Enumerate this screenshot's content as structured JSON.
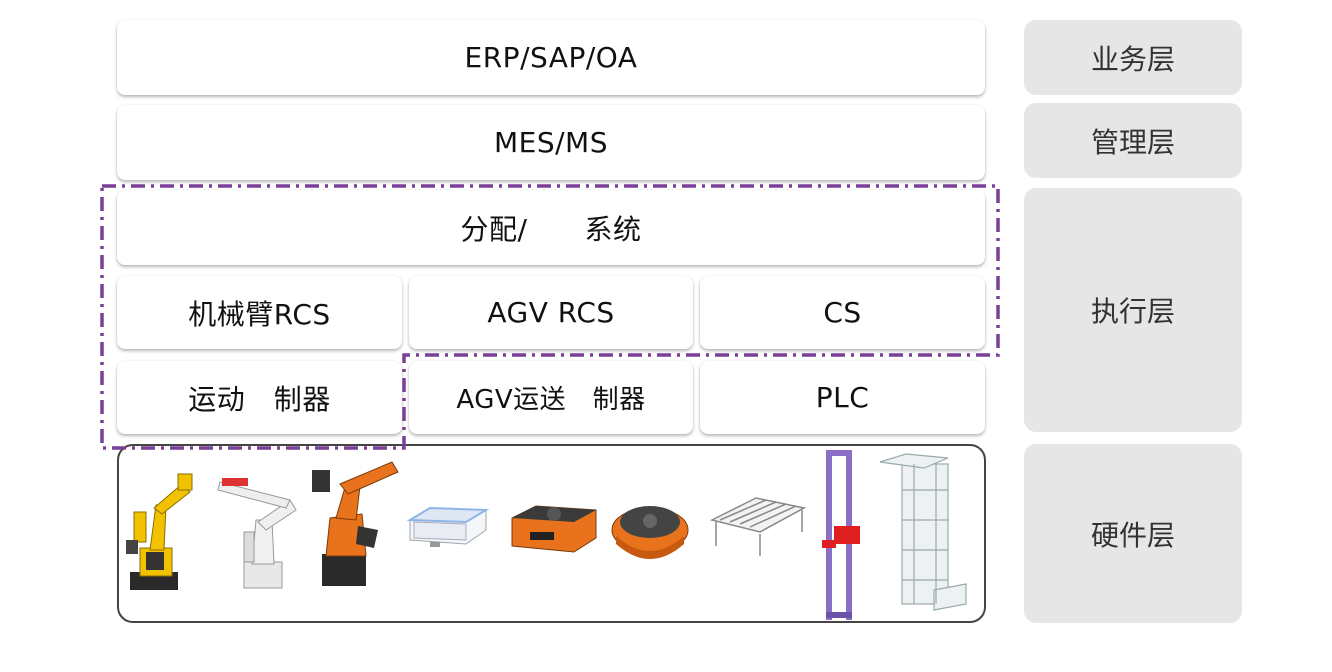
{
  "layers": {
    "business": "业务层",
    "management": "管理层",
    "execution": "执行层",
    "hardware": "硬件层"
  },
  "boxes": {
    "erp": "ERP/SAP/OA",
    "mes": "MES/MS",
    "dispatch": "分配/　　系统",
    "arm_rcs": "机械臂RCS",
    "agv_rcs": "AGV RCS",
    "cs": "CS",
    "motion_ctrl": "运动　制器",
    "agv_ctrl": "AGV运送　制器",
    "plc": "PLC"
  },
  "colors": {
    "dashed_outline": "#7a3f97",
    "layer_bg": "#e6e6e6",
    "robot_yellow": "#f2c200",
    "robot_orange": "#e8731c",
    "agv_blue": "#8fb5e8",
    "elevator_purple": "#8b6fc7",
    "lift_red": "#e02020"
  },
  "equipment": [
    {
      "icon": "yellow-robot-arm-icon"
    },
    {
      "icon": "white-robot-arm-icon"
    },
    {
      "icon": "orange-robot-arm-icon"
    },
    {
      "icon": "blue-agv-icon"
    },
    {
      "icon": "orange-agv-icon"
    },
    {
      "icon": "orange-round-agv-icon"
    },
    {
      "icon": "roller-conveyor-icon"
    },
    {
      "icon": "vertical-lift-icon"
    },
    {
      "icon": "vertical-conveyor-icon"
    }
  ]
}
